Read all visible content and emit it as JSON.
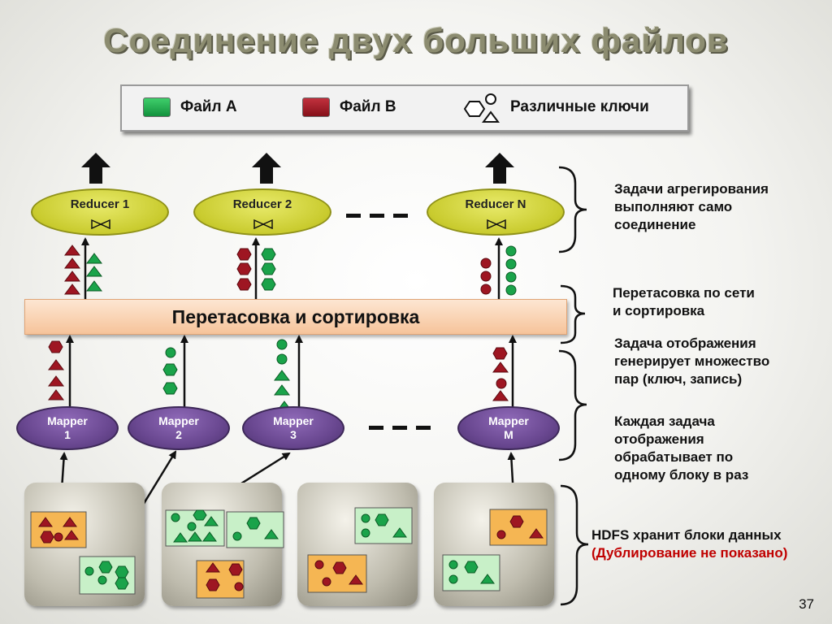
{
  "title": "Соединение двух больших файлов",
  "legend": {
    "file_a": "Файл А",
    "file_b": "Файл В",
    "keys": "Различные ключи"
  },
  "colors": {
    "file_a": "#1aa34a",
    "file_b": "#9e1622",
    "reducer": "#c9cb2e",
    "mapper": "#6a4891",
    "shuffle": "#f6c39a",
    "block_a": "#c8f0c8",
    "block_b": "#f5b653"
  },
  "reducers": [
    {
      "label": "Reducer 1"
    },
    {
      "label": "Reducer 2"
    },
    {
      "label": "Reducer N"
    }
  ],
  "shuffle_label": "Перетасовка и сортировка",
  "mappers": [
    {
      "line1": "Mapper",
      "line2": "1"
    },
    {
      "line1": "Mapper",
      "line2": "2"
    },
    {
      "line1": "Mapper",
      "line2": "3"
    },
    {
      "line1": "Mapper",
      "line2": "M"
    }
  ],
  "annotations": {
    "reduce": [
      "Задачи агрегирования",
      "выполняют само",
      "соединение"
    ],
    "shuffle": [
      "Перетасовка по сети",
      "и сортировка"
    ],
    "map_pairs": [
      "Задача отображения",
      "генерирует множество",
      "пар (ключ, запись)"
    ],
    "map_block": [
      "Каждая задача",
      "отображения",
      "обрабатывает по",
      "одному блоку в раз"
    ],
    "hdfs": "HDFS хранит блоки данных",
    "hdfs_note": "(Дублирование не показано)"
  },
  "icons": {
    "output": "up-arrow-icon",
    "join": "bowtie-join-icon",
    "key_hexagon": "hexagon-icon",
    "key_circle": "circle-icon",
    "key_triangle": "triangle-icon"
  },
  "page_number": "37"
}
